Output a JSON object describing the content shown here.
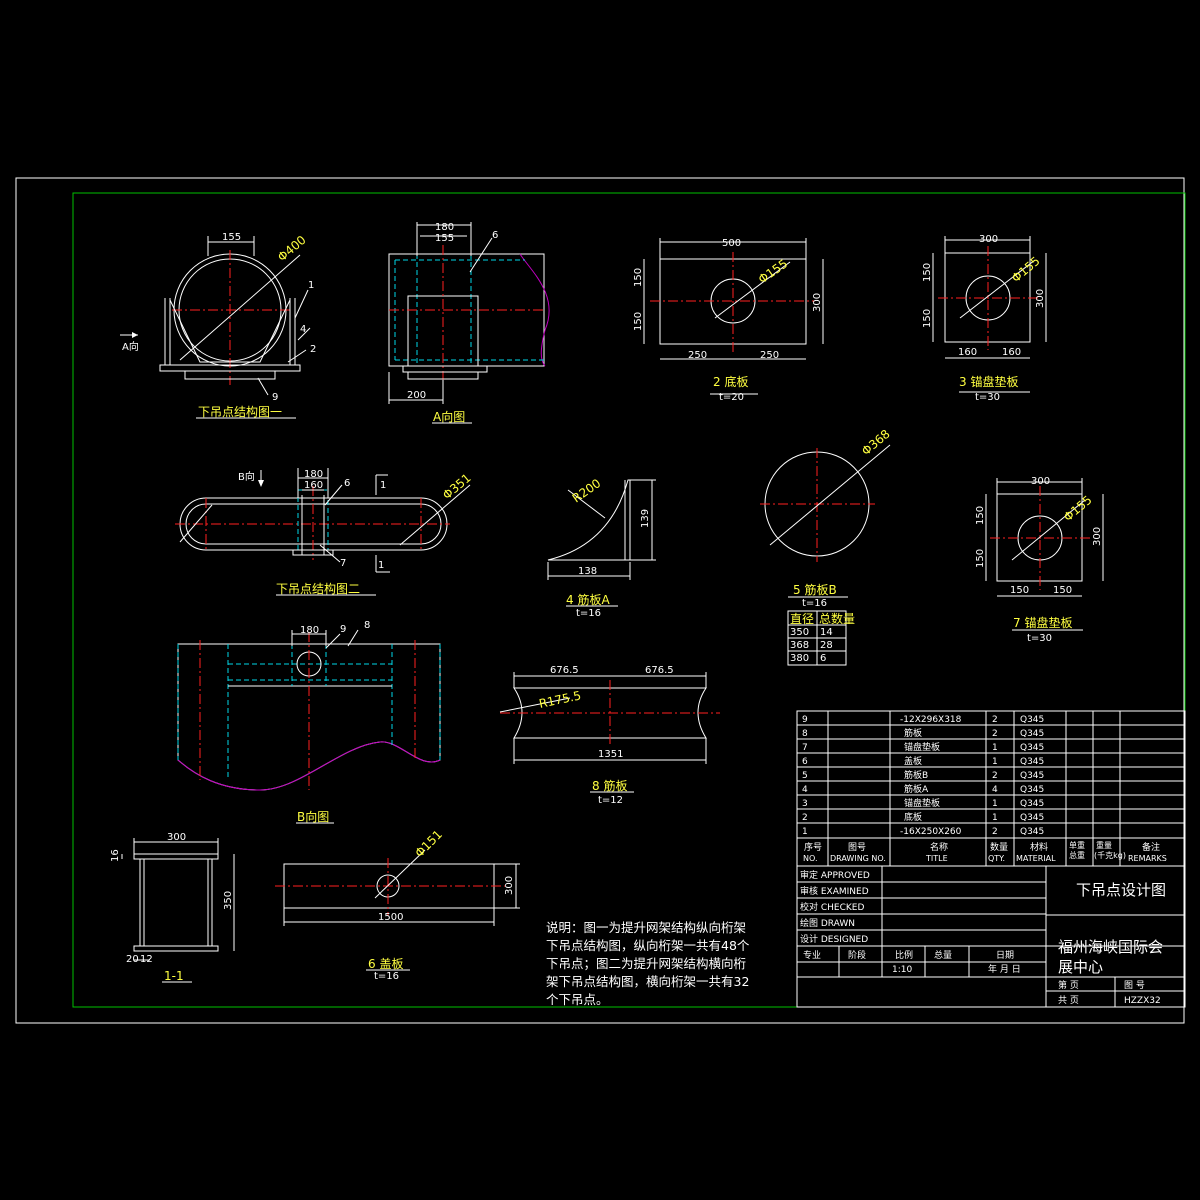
{
  "colors": {
    "background": "#000000",
    "frame": "#00c000",
    "line": "#ffffff",
    "center": "#ff2020",
    "hidden": "#00d8e8",
    "break": "#c000c0",
    "text": "#ffff40"
  },
  "views": {
    "v1": {
      "title": "下吊点结构图一",
      "dim_155": "155",
      "dim_phi": "Φ400",
      "arrow": "A向",
      "callouts": [
        "1",
        "4",
        "2",
        "9"
      ]
    },
    "va": {
      "title": "A向图",
      "dim_180": "180",
      "dim_155": "155",
      "dim_200": "200",
      "callout": "6"
    },
    "p2": {
      "title": "2 底板",
      "t": "t=20",
      "dim_500": "500",
      "dim_150a": "150",
      "dim_150b": "150",
      "dim_300": "300",
      "dim_250a": "250",
      "dim_250b": "250",
      "phi": "Φ155"
    },
    "p3": {
      "title": "3 锚盘垫板",
      "t": "t=30",
      "dim_300": "300",
      "dim_150a": "150",
      "dim_150b": "150",
      "dim_300v": "300",
      "dim_160a": "160",
      "dim_160b": "160",
      "phi": "Φ155"
    },
    "v2": {
      "title": "下吊点结构图二",
      "arrow": "B向",
      "dim_180": "180",
      "dim_160": "160",
      "callout_6": "6",
      "callout_7": "7",
      "phi": "Φ351",
      "sec_a": "1",
      "sec_b": "1"
    },
    "p4": {
      "title": "4 筋板A",
      "t": "t=16",
      "r": "R200",
      "dim_138": "138",
      "dim_139": "139"
    },
    "p5": {
      "title": "5 筋板B",
      "t": "t=16",
      "phi": "Φ368",
      "table": {
        "h1": "直径",
        "h2": "总数量",
        "rows": [
          [
            "350",
            "14"
          ],
          [
            "368",
            "28"
          ],
          [
            "380",
            "6"
          ]
        ]
      }
    },
    "p7": {
      "title": "7 锚盘垫板",
      "t": "t=30",
      "dim_300": "300",
      "dim_150a": "150",
      "dim_150b": "150",
      "dim_300v": "300",
      "dim_150c": "150",
      "dim_150d": "150",
      "phi": "Φ155"
    },
    "vb": {
      "title": "B向图",
      "dim_180": "180",
      "callout_9": "9",
      "callout_8": "8"
    },
    "p8": {
      "title": "8 筋板",
      "t": "t=12",
      "dim_a": "676.5",
      "dim_b": "676.5",
      "r": "R175.5",
      "dim_total": "1351"
    },
    "s11": {
      "title": "1-1",
      "dim_300": "300",
      "dim_16": "16",
      "dim_350": "350",
      "dim_20": "20",
      "dim_12": "12"
    },
    "p6": {
      "title": "6 盖板",
      "t": "t=16",
      "phi": "Φ151",
      "dim_1500": "1500",
      "dim_300": "300"
    }
  },
  "note": {
    "lines": [
      "说明：图一为提升网架结构纵向桁架",
      "下吊点结构图，纵向桁架一共有48个",
      "下吊点；图二为提升网架结构横向桁",
      "架下吊点结构图，横向桁架一共有32",
      "个下吊点。"
    ]
  },
  "bom": {
    "rows": [
      [
        "9",
        "",
        "-12X296X318",
        "2",
        "Q345",
        "",
        "",
        ""
      ],
      [
        "8",
        "",
        "筋板",
        "2",
        "Q345",
        "",
        "",
        ""
      ],
      [
        "7",
        "",
        "锚盘垫板",
        "1",
        "Q345",
        "",
        "",
        ""
      ],
      [
        "6",
        "",
        "盖板",
        "1",
        "Q345",
        "",
        "",
        ""
      ],
      [
        "5",
        "",
        "筋板B",
        "2",
        "Q345",
        "",
        "",
        ""
      ],
      [
        "4",
        "",
        "筋板A",
        "4",
        "Q345",
        "",
        "",
        ""
      ],
      [
        "3",
        "",
        "锚盘垫板",
        "1",
        "Q345",
        "",
        "",
        ""
      ],
      [
        "2",
        "",
        "底板",
        "1",
        "Q345",
        "",
        "",
        ""
      ],
      [
        "1",
        "",
        "-16X250X260",
        "2",
        "Q345",
        "",
        "",
        ""
      ]
    ],
    "header": [
      [
        "序号",
        "NO."
      ],
      [
        "图号",
        "DRAWING NO."
      ],
      [
        "名称",
        "TITLE"
      ],
      [
        "数量",
        "QTY."
      ],
      [
        "材料",
        "MATERIAL"
      ],
      [
        "单重",
        "总重"
      ],
      [
        "重量",
        "(千克kg)"
      ],
      [
        "备注",
        "REMARKS"
      ]
    ]
  },
  "titleblock": {
    "roles": [
      "审定 APPROVED",
      "审核 EXAMINED",
      "校对 CHECKED",
      "绘图 DRAWN",
      "设计 DESIGNED"
    ],
    "bottom": [
      "专业",
      "阶段",
      "比例",
      "总量",
      "日期"
    ],
    "scale": "1:10",
    "date": "年  月  日",
    "drawing_title": "下吊点设计图",
    "project_line1": "福州海峡国际会",
    "project_line2": "展中心",
    "page_labels": [
      "第  页",
      "图  号",
      "共  页"
    ],
    "drawing_no": "HZZX32"
  }
}
